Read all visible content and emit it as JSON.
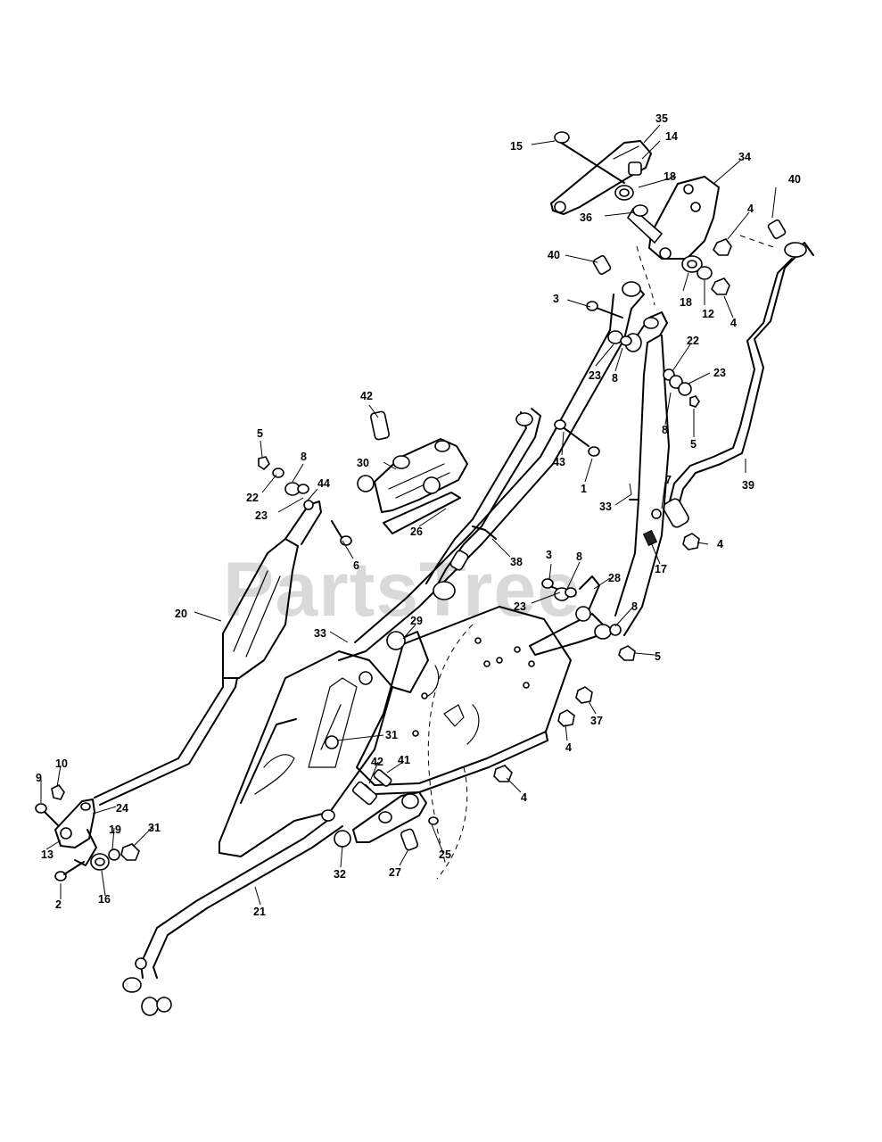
{
  "watermark": {
    "text": "PartsTree"
  },
  "callouts": [
    {
      "id": "c35a",
      "text": "35"
    },
    {
      "id": "c14",
      "text": "14"
    },
    {
      "id": "c15",
      "text": "15"
    },
    {
      "id": "c34",
      "text": "34"
    },
    {
      "id": "c40a",
      "text": "40"
    },
    {
      "id": "c18a",
      "text": "18"
    },
    {
      "id": "c36",
      "text": "36"
    },
    {
      "id": "c4a",
      "text": "4"
    },
    {
      "id": "c40b",
      "text": "40"
    },
    {
      "id": "c18b",
      "text": "18"
    },
    {
      "id": "c12",
      "text": "12"
    },
    {
      "id": "c4b",
      "text": "4"
    },
    {
      "id": "c3a",
      "text": "3"
    },
    {
      "id": "c23a",
      "text": "23"
    },
    {
      "id": "c8a",
      "text": "8"
    },
    {
      "id": "c22a",
      "text": "22"
    },
    {
      "id": "c23b",
      "text": "23"
    },
    {
      "id": "c8b",
      "text": "8"
    },
    {
      "id": "c5a",
      "text": "5"
    },
    {
      "id": "c42a",
      "text": "42"
    },
    {
      "id": "c43",
      "text": "43"
    },
    {
      "id": "c1",
      "text": "1"
    },
    {
      "id": "c5b",
      "text": "5"
    },
    {
      "id": "c8c",
      "text": "8"
    },
    {
      "id": "c30",
      "text": "30"
    },
    {
      "id": "c22b",
      "text": "22"
    },
    {
      "id": "c44",
      "text": "44"
    },
    {
      "id": "c23c",
      "text": "23"
    },
    {
      "id": "c26",
      "text": "26"
    },
    {
      "id": "c33a",
      "text": "33"
    },
    {
      "id": "c7",
      "text": "7"
    },
    {
      "id": "c39",
      "text": "39"
    },
    {
      "id": "c6",
      "text": "6"
    },
    {
      "id": "c38",
      "text": "38"
    },
    {
      "id": "c4c",
      "text": "4"
    },
    {
      "id": "c17",
      "text": "17"
    },
    {
      "id": "c3b",
      "text": "3"
    },
    {
      "id": "c8d",
      "text": "8"
    },
    {
      "id": "c28",
      "text": "28"
    },
    {
      "id": "c23d",
      "text": "23"
    },
    {
      "id": "c8e",
      "text": "8"
    },
    {
      "id": "c20",
      "text": "20"
    },
    {
      "id": "c29",
      "text": "29"
    },
    {
      "id": "c33b",
      "text": "33"
    },
    {
      "id": "c5c",
      "text": "5"
    },
    {
      "id": "c37",
      "text": "37"
    },
    {
      "id": "c4d",
      "text": "4"
    },
    {
      "id": "c31a",
      "text": "31"
    },
    {
      "id": "c10",
      "text": "10"
    },
    {
      "id": "c9",
      "text": "9"
    },
    {
      "id": "c42b",
      "text": "42"
    },
    {
      "id": "c41",
      "text": "41"
    },
    {
      "id": "c4e",
      "text": "4"
    },
    {
      "id": "c24",
      "text": "24"
    },
    {
      "id": "c13",
      "text": "13"
    },
    {
      "id": "c19",
      "text": "19"
    },
    {
      "id": "c31b",
      "text": "31"
    },
    {
      "id": "c25",
      "text": "25"
    },
    {
      "id": "c2",
      "text": "2"
    },
    {
      "id": "c16",
      "text": "16"
    },
    {
      "id": "c32",
      "text": "32"
    },
    {
      "id": "c27",
      "text": "27"
    },
    {
      "id": "c21",
      "text": "21"
    }
  ]
}
